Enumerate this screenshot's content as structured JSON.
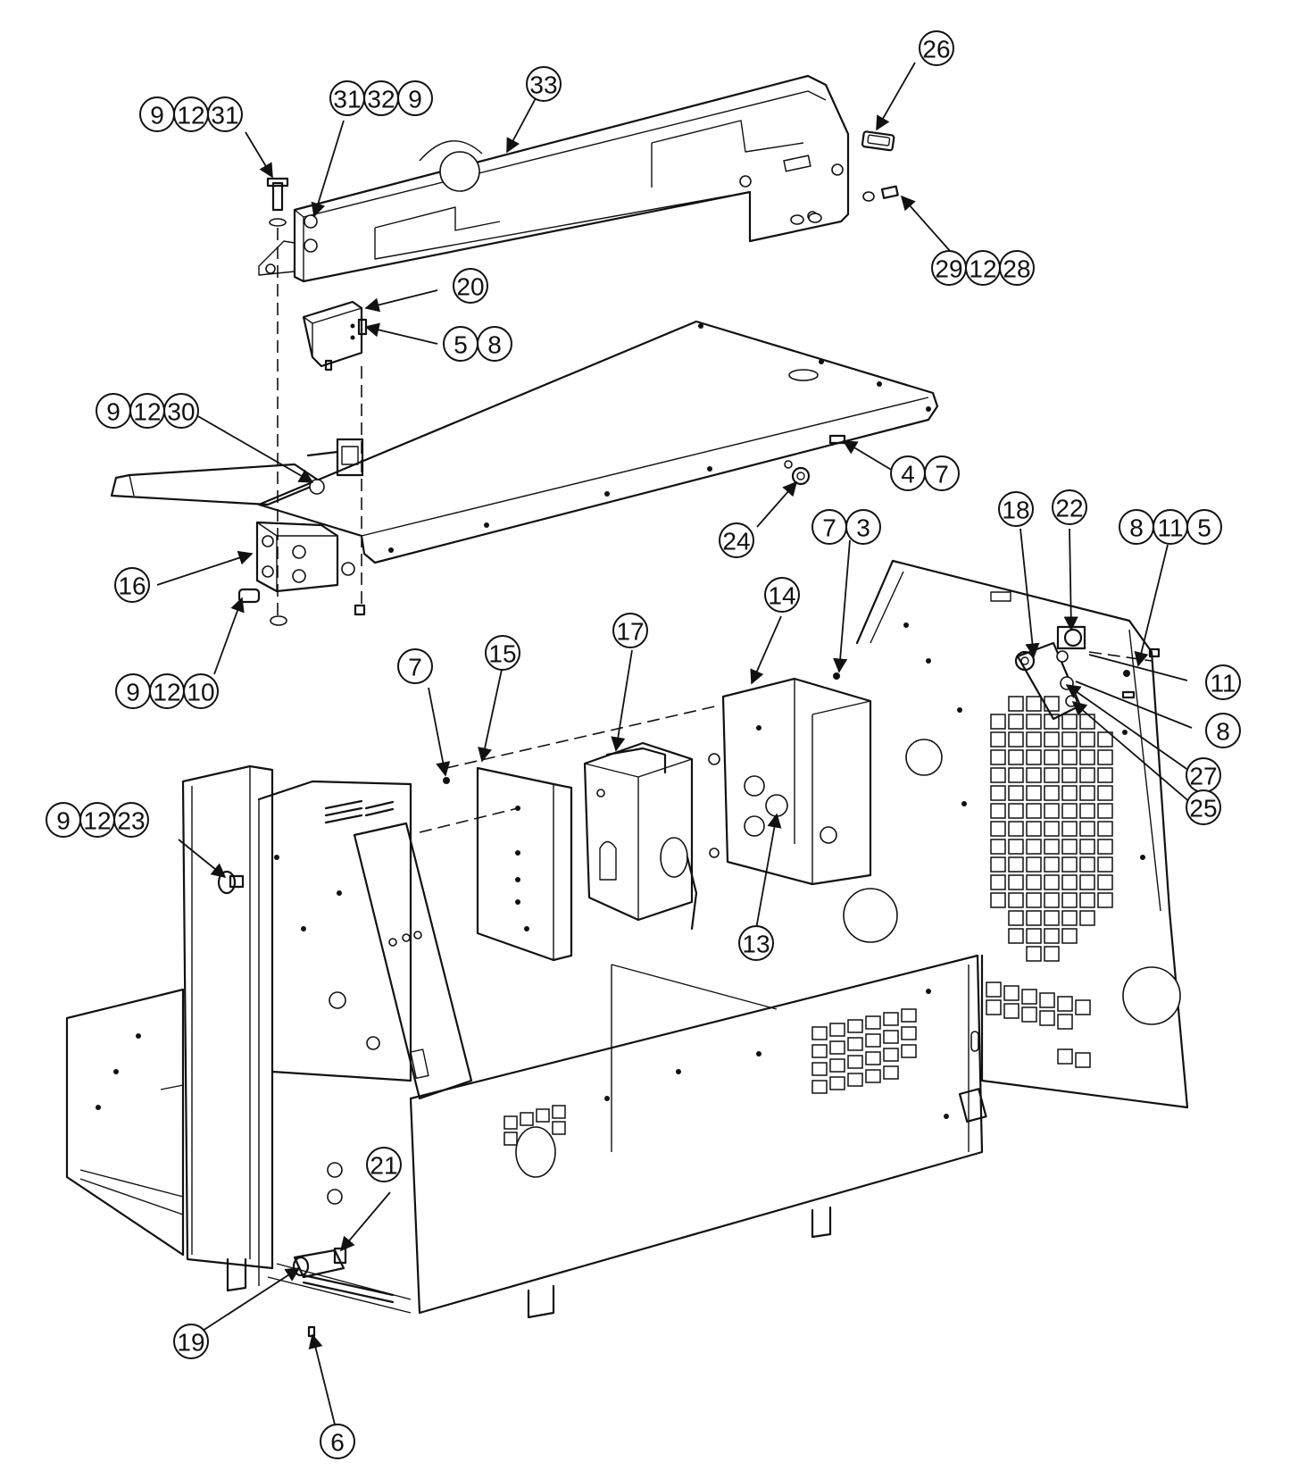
{
  "callouts": [
    {
      "id": "c-9-12-31",
      "labels": [
        "9",
        "12",
        "31"
      ]
    },
    {
      "id": "c-31-32-9",
      "labels": [
        "31",
        "32",
        "9"
      ]
    },
    {
      "id": "c-33",
      "labels": [
        "33"
      ]
    },
    {
      "id": "c-26",
      "labels": [
        "26"
      ]
    },
    {
      "id": "c-29-12-28",
      "labels": [
        "29",
        "12",
        "28"
      ]
    },
    {
      "id": "c-20",
      "labels": [
        "20"
      ]
    },
    {
      "id": "c-5-8",
      "labels": [
        "5",
        "8"
      ]
    },
    {
      "id": "c-9-12-30",
      "labels": [
        "9",
        "12",
        "30"
      ]
    },
    {
      "id": "c-4-7",
      "labels": [
        "4",
        "7"
      ]
    },
    {
      "id": "c-24",
      "labels": [
        "24"
      ]
    },
    {
      "id": "c-7-3",
      "labels": [
        "7",
        "3"
      ]
    },
    {
      "id": "c-18",
      "labels": [
        "18"
      ]
    },
    {
      "id": "c-22",
      "labels": [
        "22"
      ]
    },
    {
      "id": "c-8-11-5",
      "labels": [
        "8",
        "11",
        "5"
      ]
    },
    {
      "id": "c-16",
      "labels": [
        "16"
      ]
    },
    {
      "id": "c-14",
      "labels": [
        "14"
      ]
    },
    {
      "id": "c-17",
      "labels": [
        "17"
      ]
    },
    {
      "id": "c-15",
      "labels": [
        "15"
      ]
    },
    {
      "id": "c-7",
      "labels": [
        "7"
      ]
    },
    {
      "id": "c-9-12-10",
      "labels": [
        "9",
        "12",
        "10"
      ]
    },
    {
      "id": "c-11",
      "labels": [
        "11"
      ]
    },
    {
      "id": "c-8",
      "labels": [
        "8"
      ]
    },
    {
      "id": "c-27",
      "labels": [
        "27"
      ]
    },
    {
      "id": "c-25",
      "labels": [
        "25"
      ]
    },
    {
      "id": "c-9-12-23",
      "labels": [
        "9",
        "12",
        "23"
      ]
    },
    {
      "id": "c-13",
      "labels": [
        "13"
      ]
    },
    {
      "id": "c-21",
      "labels": [
        "21"
      ]
    },
    {
      "id": "c-19",
      "labels": [
        "19"
      ]
    },
    {
      "id": "c-6",
      "labels": [
        "6"
      ]
    }
  ]
}
